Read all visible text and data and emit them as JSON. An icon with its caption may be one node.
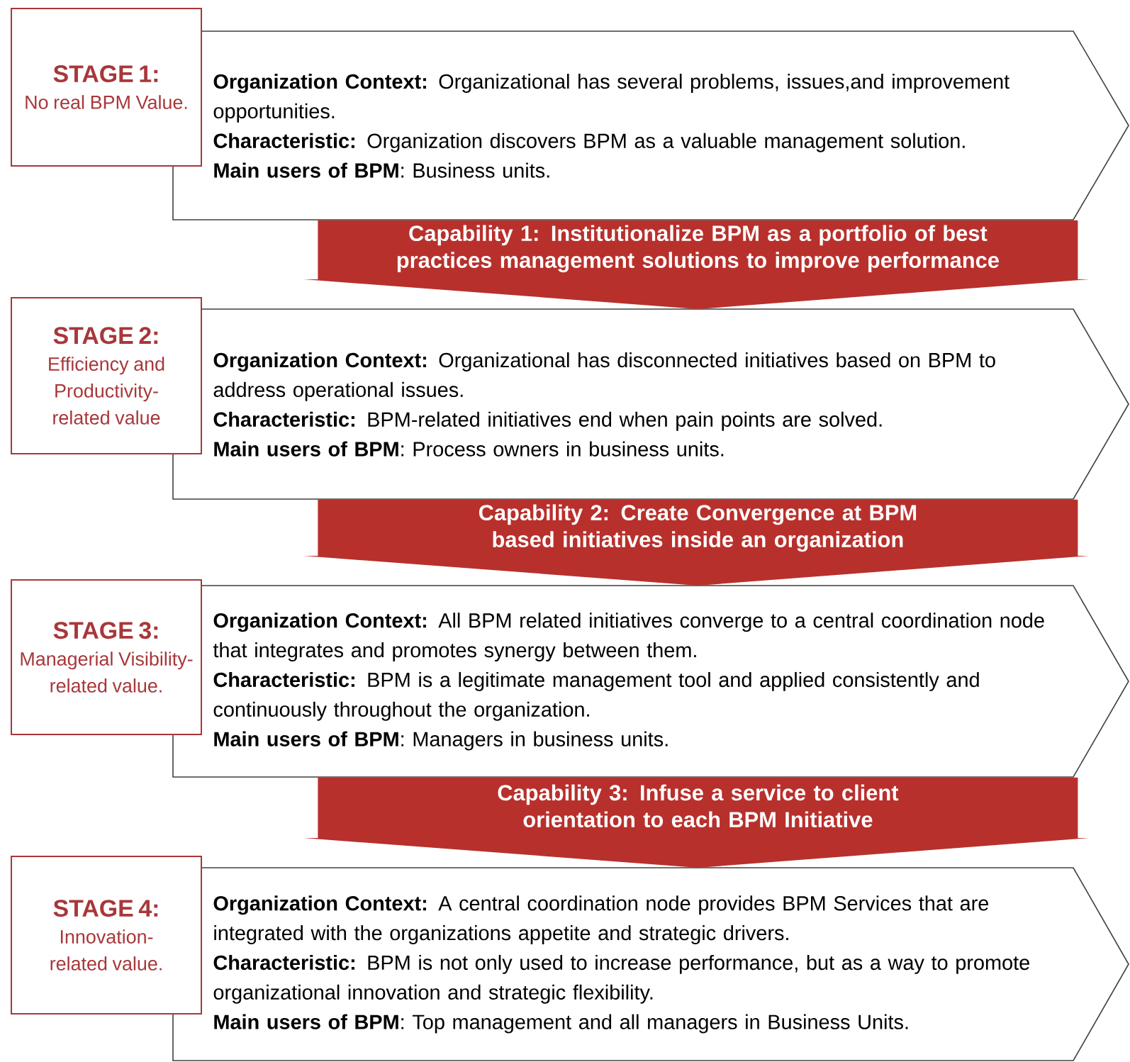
{
  "diagram": {
    "nodes": [
      {
        "text": [
          "STAGE 1:",
          "No real BPM Value."
        ]
      },
      {
        "text": [
          "**Organization Context:** Organizational has several problems, issues,and improvement opportunities.",
          "**Characteristic:** Organization discovers BPM as a valuable management solution.",
          "**Main users of BPM**: Business units."
        ]
      },
      {
        "text": [
          "STAGE 2:",
          "Efficiency and Productivity-related value"
        ]
      },
      {
        "text": [
          "**Organization Context:** Organizational has disconnected initiatives based on BPM to address operational issues.",
          "**Characteristic:** BPM-related initiatives end when pain points are solved.",
          "**Main users of BPM**: Process owners in business units."
        ]
      },
      {
        "text": [
          "STAGE 3:",
          "Managerial Visibility-related value."
        ]
      },
      {
        "text": [
          "**Organization Context:** All BPM related initiatives converge to a central coordination node that integrates and promotes synergy between them.",
          "**Characteristic:** BPM is a legitimate management tool and applied consistently and continuously throughout the organization.",
          "**Main users of BPM**: Managers in business units."
        ]
      },
      {
        "text": [
          "STAGE 4:",
          "Innovation-related value."
        ]
      },
      {
        "text": [
          "**Organization Context:** A central coordination node provides BPM Services that are integrated with the organizations appetite and strategic drivers.",
          "**Characteristic:** BPM is not only used to increase performance, but as a way to promote organizational innovation and strategic flexibility.",
          "**Main users of BPM**: Top management and all managers in Business Units."
        ]
      }
    ],
    "edges": [
      {
        "from": 1,
        "to": 3,
        "arrow": "to",
        "label": "Capability 1: Institutionalize BPM as a portfolio of best practices management solutions to improve performance"
      },
      {
        "from": 3,
        "to": 5,
        "arrow": "to",
        "label": "Capability 2: Create Convergence at BPM based initiatives inside an organization"
      },
      {
        "from": 5,
        "to": 7,
        "arrow": "to",
        "label": "Capability 3: Infuse a service to client orientation to each BPM Initiative"
      }
    ]
  }
}
